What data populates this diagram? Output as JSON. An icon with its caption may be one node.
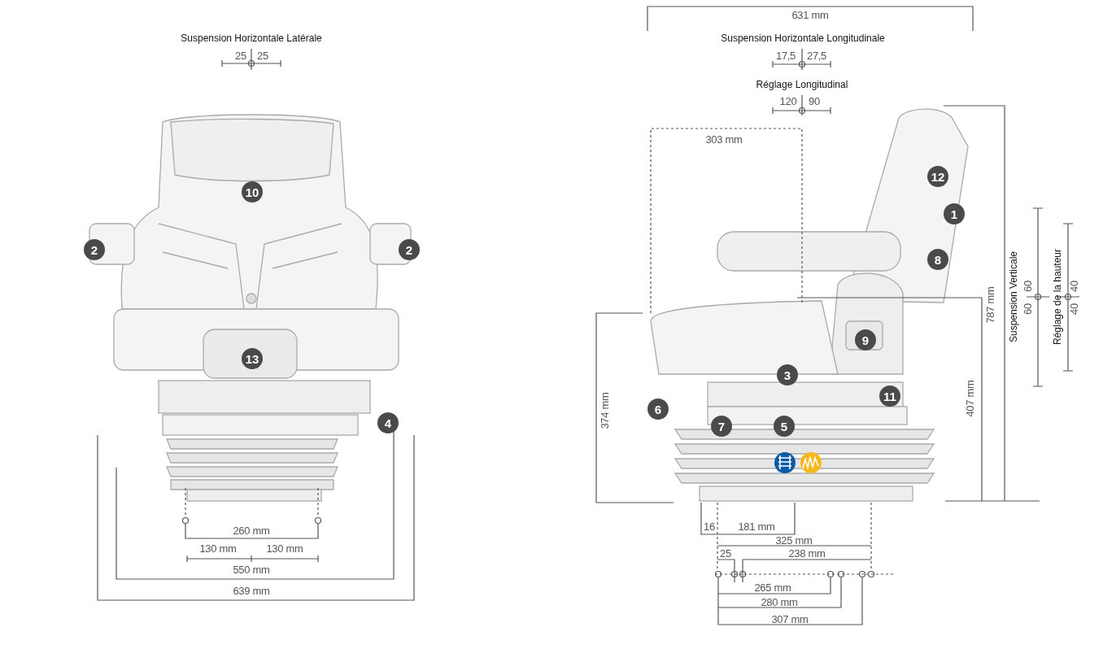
{
  "diagram": {
    "labels": [
      "Suspension Horizontale Latérale",
      "25",
      "25",
      "631 mm",
      "Suspension Horizontale Longitudinale",
      "17,5",
      "27,5",
      "Réglage Longitudinal",
      "120",
      "90",
      "303 mm",
      "10",
      "12",
      "1",
      "2",
      "2",
      "8",
      "787 mm",
      "Suspension Verticale",
      "60",
      "60",
      "Réglage de la hauteur",
      "40",
      "40",
      "13",
      "9",
      "3",
      "11",
      "407 mm",
      "4",
      "374 mm",
      "6",
      "7",
      "5",
      "260 mm",
      "16",
      "181 mm",
      "325 mm",
      "130 mm",
      "130 mm",
      "25",
      "238 mm",
      "550 mm",
      "265 mm",
      "639 mm",
      "280 mm",
      "307 mm"
    ]
  }
}
